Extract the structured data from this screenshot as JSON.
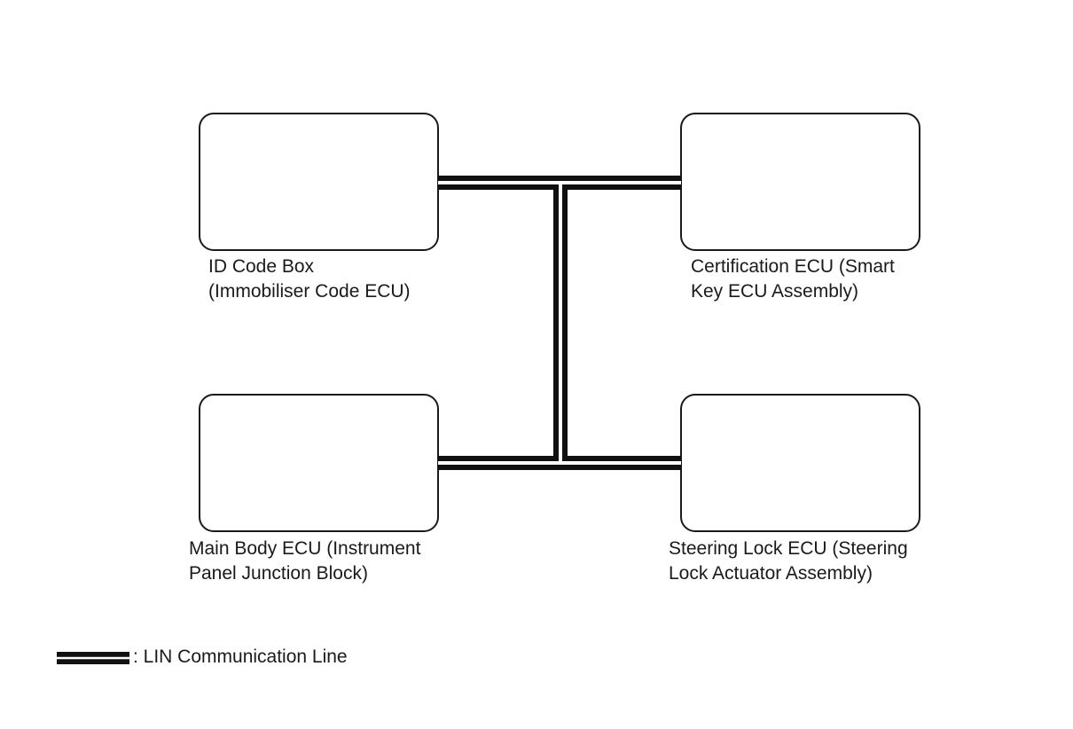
{
  "nodes": {
    "id_code_box": {
      "line1": "ID Code Box",
      "line2": "(Immobiliser Code ECU)"
    },
    "certification_ecu": {
      "line1": "Certification ECU (Smart",
      "line2": "Key ECU Assembly)"
    },
    "main_body_ecu": {
      "line1": "Main Body ECU (Instrument",
      "line2": "Panel Junction Block)"
    },
    "steering_lock_ecu": {
      "line1": "Steering Lock ECU (Steering",
      "line2": "Lock Actuator Assembly)"
    }
  },
  "legend": {
    "label": ": LIN Communication Line"
  },
  "colors": {
    "line": "#111111",
    "box_stroke": "#1a1a1a",
    "background": "#ffffff"
  }
}
